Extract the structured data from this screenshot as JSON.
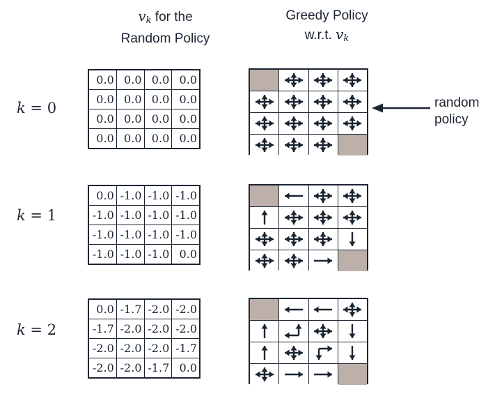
{
  "headers": {
    "values_col": {
      "symbol": "v",
      "subscript": "k",
      "line1_rest": " for the",
      "line2": "Random Policy"
    },
    "policy_col": {
      "line1": "Greedy Policy",
      "line2_prefix": "w.r.t. ",
      "symbol": "v",
      "subscript": "k"
    }
  },
  "annotation": {
    "line1": "random",
    "line2": "policy",
    "arrow": "left-arrow-icon"
  },
  "colors": {
    "ink": "#1b2431",
    "terminal_cell": "#bdb0ab",
    "background": "#ffffff"
  },
  "rows": [
    {
      "k_label_prefix": "k",
      "k_label_eq": " = ",
      "k_label_value": "0",
      "values": [
        [
          "0.0",
          "0.0",
          "0.0",
          "0.0"
        ],
        [
          "0.0",
          "0.0",
          "0.0",
          "0.0"
        ],
        [
          "0.0",
          "0.0",
          "0.0",
          "0.0"
        ],
        [
          "0.0",
          "0.0",
          "0.0",
          "0.0"
        ]
      ],
      "policy": [
        [
          "terminal",
          "all",
          "all",
          "all"
        ],
        [
          "all",
          "all",
          "all",
          "all"
        ],
        [
          "all",
          "all",
          "all",
          "all"
        ],
        [
          "all",
          "all",
          "all",
          "terminal"
        ]
      ]
    },
    {
      "k_label_prefix": "k",
      "k_label_eq": " = ",
      "k_label_value": "1",
      "values": [
        [
          "0.0",
          "-1.0",
          "-1.0",
          "-1.0"
        ],
        [
          "-1.0",
          "-1.0",
          "-1.0",
          "-1.0"
        ],
        [
          "-1.0",
          "-1.0",
          "-1.0",
          "-1.0"
        ],
        [
          "-1.0",
          "-1.0",
          "-1.0",
          "0.0"
        ]
      ],
      "policy": [
        [
          "terminal",
          "left",
          "all",
          "all"
        ],
        [
          "up",
          "all",
          "all",
          "all"
        ],
        [
          "all",
          "all",
          "all",
          "down"
        ],
        [
          "all",
          "all",
          "right",
          "terminal"
        ]
      ]
    },
    {
      "k_label_prefix": "k",
      "k_label_eq": " = ",
      "k_label_value": "2",
      "values": [
        [
          "0.0",
          "-1.7",
          "-2.0",
          "-2.0"
        ],
        [
          "-1.7",
          "-2.0",
          "-2.0",
          "-2.0"
        ],
        [
          "-2.0",
          "-2.0",
          "-2.0",
          "-1.7"
        ],
        [
          "-2.0",
          "-2.0",
          "-1.7",
          "0.0"
        ]
      ],
      "policy": [
        [
          "terminal",
          "left",
          "left",
          "all"
        ],
        [
          "up",
          "up-left",
          "all",
          "down"
        ],
        [
          "up",
          "all",
          "down-right",
          "down"
        ],
        [
          "all",
          "right",
          "right",
          "terminal"
        ]
      ]
    }
  ]
}
